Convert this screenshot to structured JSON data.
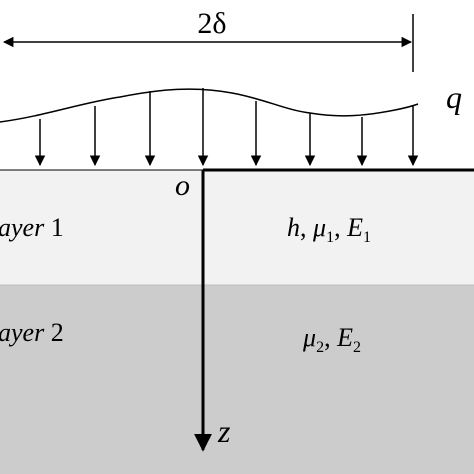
{
  "figure": {
    "load_width_label": "2δ",
    "load_label": "q",
    "origin_label": "o",
    "depth_axis_label": "z",
    "layer1": {
      "name": "ayer  1",
      "params": {
        "h": "h",
        "mu": "μ",
        "mu_sub": "1",
        "E": "E",
        "E_sub": "1",
        "sep": ","
      }
    },
    "layer2": {
      "name": "ayer  2",
      "params": {
        "mu": "μ",
        "mu_sub": "2",
        "E": "E",
        "E_sub": "2",
        "sep": ","
      }
    },
    "colors": {
      "layer1_fill": "#f2f2f2",
      "layer2_fill": "#cccccc",
      "line": "#000000"
    }
  }
}
